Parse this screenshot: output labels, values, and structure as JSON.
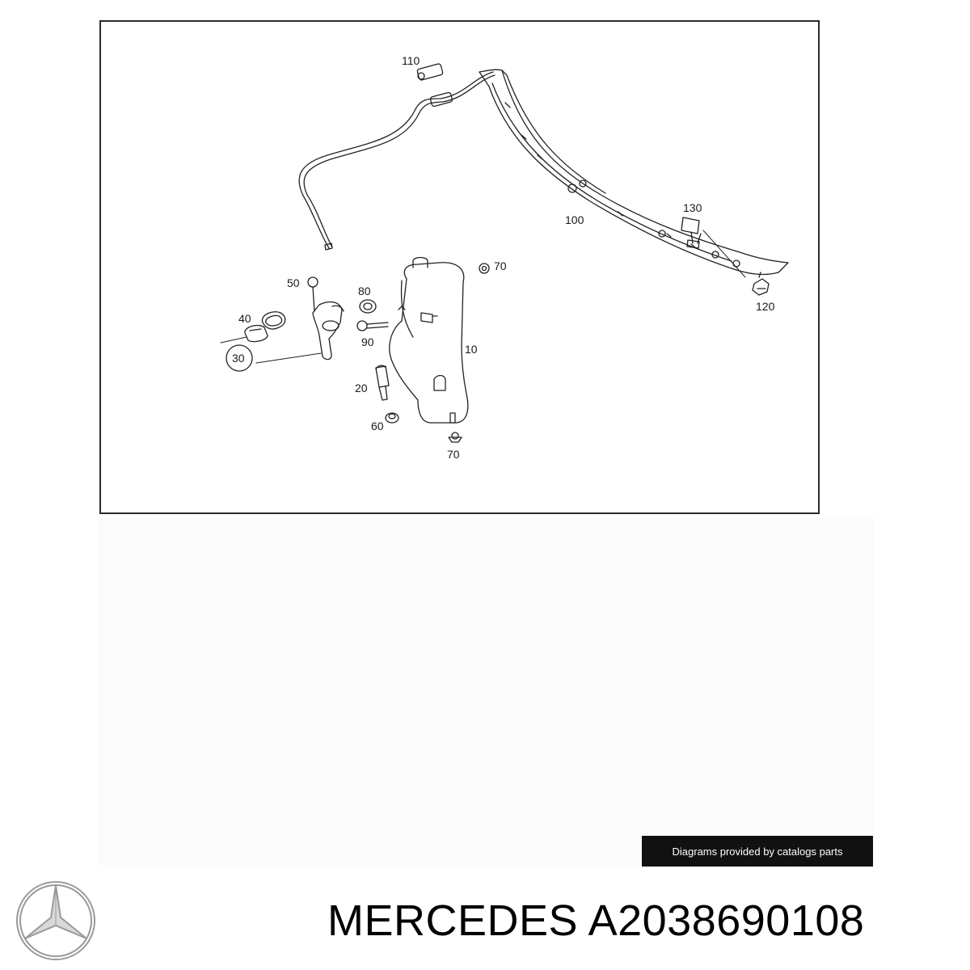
{
  "diagram": {
    "callouts": [
      "110",
      "100",
      "130",
      "120",
      "50",
      "40",
      "30",
      "80",
      "90",
      "70",
      "10",
      "20",
      "60",
      "70"
    ]
  },
  "credit": "Diagrams provided by catalogs parts",
  "caption": {
    "brand": "MERCEDES",
    "part_number": "A2038690108"
  },
  "logo": {
    "icon": "mercedes-star-icon",
    "color": "#9a9a9a"
  }
}
